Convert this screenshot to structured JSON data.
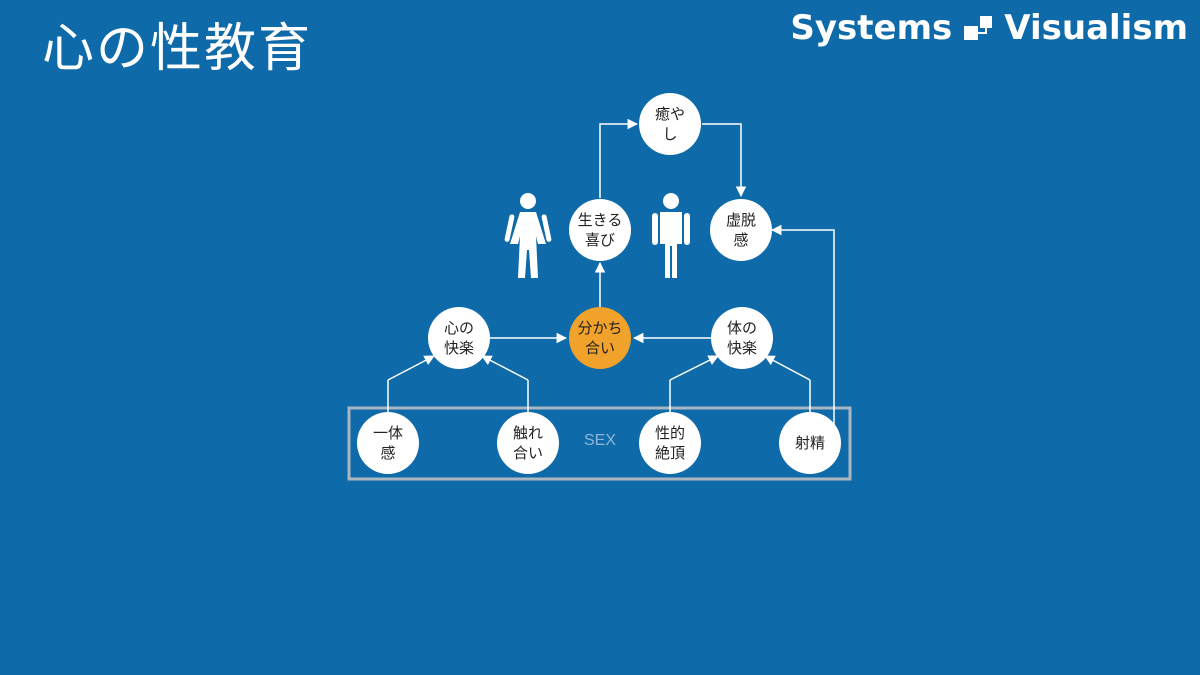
{
  "title": "心の性教育",
  "brand": {
    "left": "Systems",
    "right": "Visualism",
    "logo_icon": "systems-visualism-logo-icon"
  },
  "colors": {
    "background": "#0f6aa9",
    "node": "#ffffff",
    "highlight_node": "#f0a22a",
    "line": "#ffffff",
    "frame": "#a9b7c3"
  },
  "diagram": {
    "group_label": "SEX",
    "nodes": {
      "iyashi": "癒や\nし",
      "ikiru_yorokobi": "生きる\n喜び",
      "kyodatsukan": "虚脱\n感",
      "kokoro_kairaku": "心の\n快楽",
      "wakachiai": "分かち\n合い",
      "karada_kairaku": "体の\n快楽",
      "ittaikan": "一体\n感",
      "fureai": "触れ\n合い",
      "seiteki_zetcho": "性的\n絶頂",
      "shasei": "射精"
    },
    "figures": {
      "female": "female-figure-icon",
      "male": "male-figure-icon"
    }
  }
}
